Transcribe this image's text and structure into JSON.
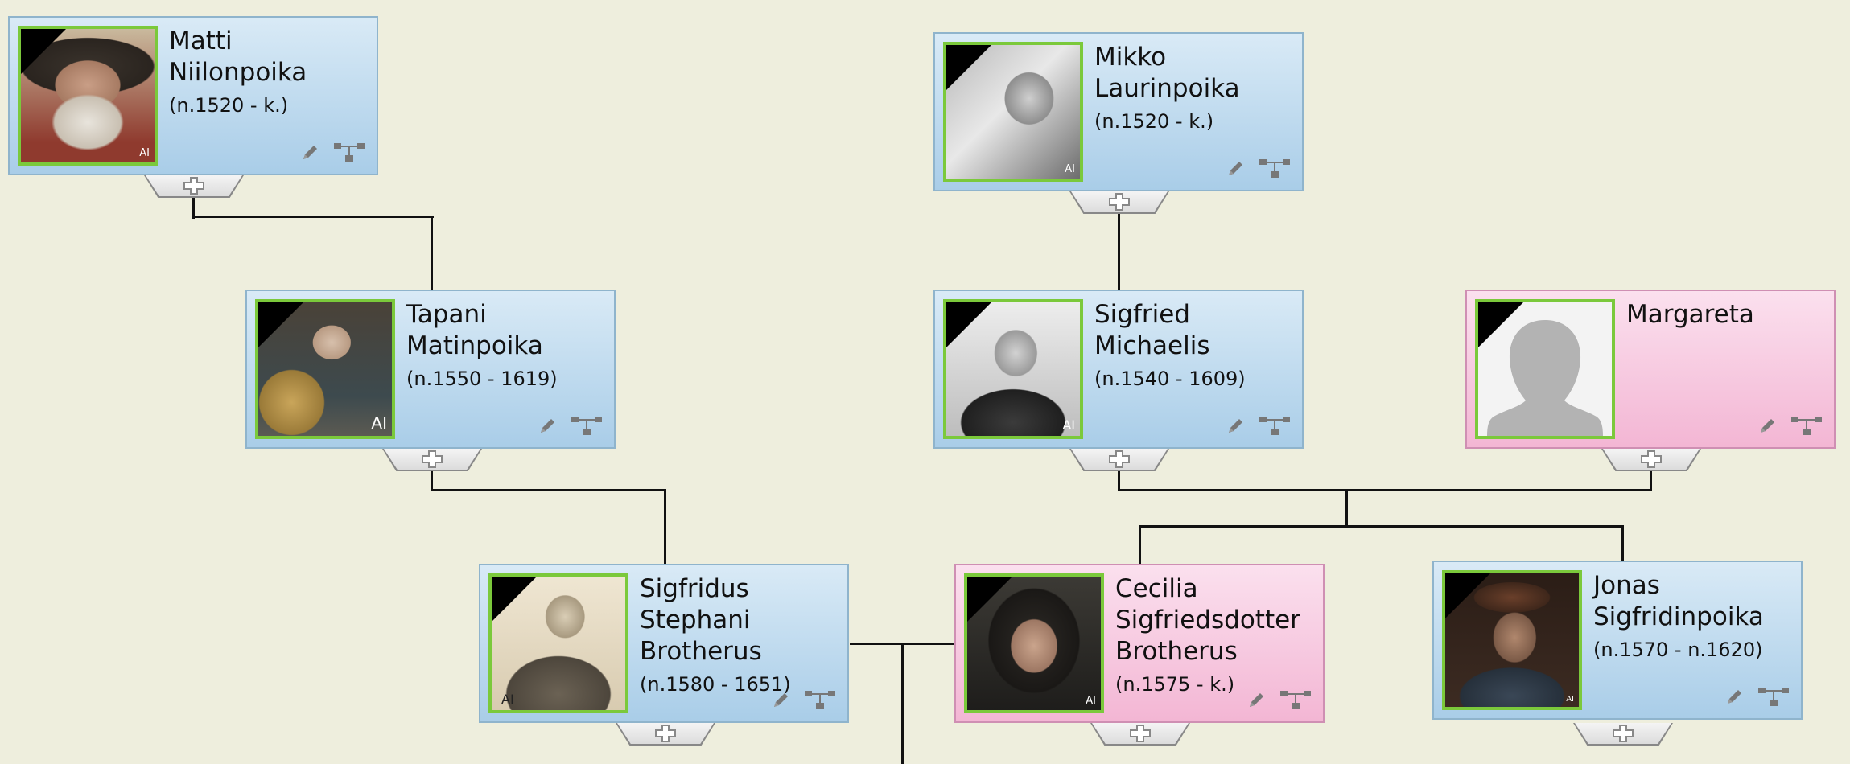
{
  "colors": {
    "background": "#eeeedd",
    "male_card_top": "#d9eaf6",
    "male_card_bottom": "#a9cde8",
    "female_card_top": "#fbe0ee",
    "female_card_bottom": "#f3b6d4",
    "photo_border": "#7bc93b",
    "connector": "#111111"
  },
  "people": {
    "matti": {
      "name": "Matti Niilonpoika",
      "dates": "(n.1520 -  k.)",
      "ai_badge": "AI"
    },
    "mikko": {
      "name": "Mikko Laurinpoika",
      "dates": "(n.1520 -  k.)",
      "ai_badge": "AI"
    },
    "tapani": {
      "name": "Tapani Matinpoika",
      "dates": "(n.1550 - 1619)",
      "ai_badge": "AI"
    },
    "sigfried": {
      "name": "Sigfried Michaelis",
      "dates": "(n.1540 - 1609)",
      "ai_badge": "AI"
    },
    "margareta": {
      "name": "Margareta",
      "dates": ""
    },
    "sigfridus": {
      "name": "Sigfridus Stephani Brotherus",
      "dates": "(n.1580 - 1651)",
      "ai_badge": "AI"
    },
    "cecilia": {
      "name": "Cecilia Sigfriedsdotter Brotherus",
      "dates": "(n.1575 -  k.)",
      "ai_badge": "AI"
    },
    "jonas": {
      "name": "Jonas Sigfridinpoika",
      "dates": "(n.1570 - n.1620)",
      "ai_badge": "AI"
    }
  },
  "icons": {
    "edit": "pencil-icon",
    "tree": "family-tree-icon",
    "add": "plus-icon",
    "deceased": "mourning-ribbon-icon",
    "placeholder": "female-silhouette-icon"
  }
}
